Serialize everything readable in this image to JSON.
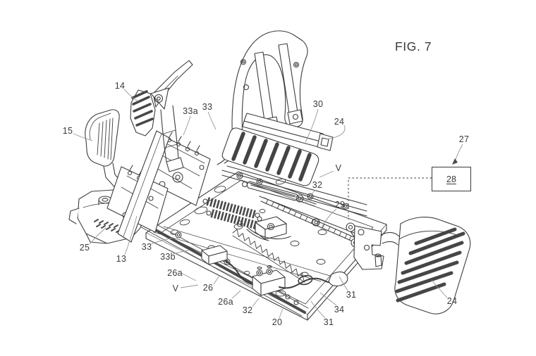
{
  "figure": {
    "title": "FIG. 7",
    "kind": "patent-line-drawing",
    "subject": "adjustable pedal assembly on base plate with control unit"
  },
  "controller_box": {
    "label": "28"
  },
  "labels": {
    "l14": "14",
    "l15": "15",
    "l33a": "33a",
    "l33_top": "33",
    "l30": "30",
    "l24_top": "24",
    "l27": "27",
    "v_right": "V",
    "l32_right": "32",
    "l29": "29",
    "l25": "25",
    "l13": "13",
    "l33_bottom": "33",
    "l33b": "33b",
    "l26a_upper": "26a",
    "v_bottom": "V",
    "l26": "26",
    "l26a_lower": "26a",
    "l32_bottom": "32",
    "l20": "20",
    "l31_bottom": "31",
    "l34": "34",
    "l31_right": "31",
    "l24_right": "24"
  },
  "colors": {
    "line": "#3e3e3e",
    "slat": "#464646",
    "leader": "#979797",
    "dashed_connection": "#5a5a5a",
    "background": "#ffffff"
  }
}
